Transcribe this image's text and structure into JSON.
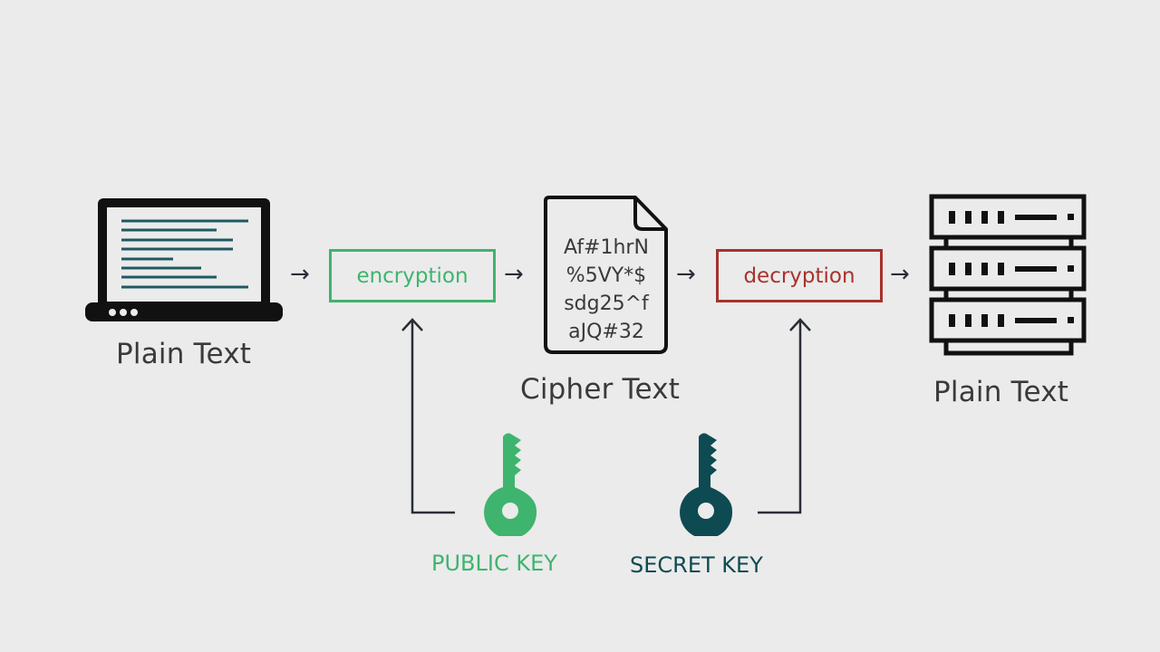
{
  "diagram": {
    "source": {
      "label": "Plain Text",
      "icon": "laptop-icon"
    },
    "encryption": {
      "label": "encryption",
      "color": "#3fb46e"
    },
    "cipher": {
      "label": "Cipher Text",
      "icon": "document-icon",
      "lines": [
        "Af#1hrN",
        "%5VY*$",
        "sdg25^f",
        "aJQ#32"
      ]
    },
    "decryption": {
      "label": "decryption",
      "color": "#a8322c"
    },
    "destination": {
      "label": "Plain Text",
      "icon": "server-icon"
    },
    "public_key": {
      "label": "PUBLIC KEY",
      "color": "#3fb46e",
      "icon": "key-icon"
    },
    "secret_key": {
      "label": "SECRET KEY",
      "color": "#0e4a52",
      "icon": "key-icon"
    },
    "arrow_glyph": "→"
  }
}
